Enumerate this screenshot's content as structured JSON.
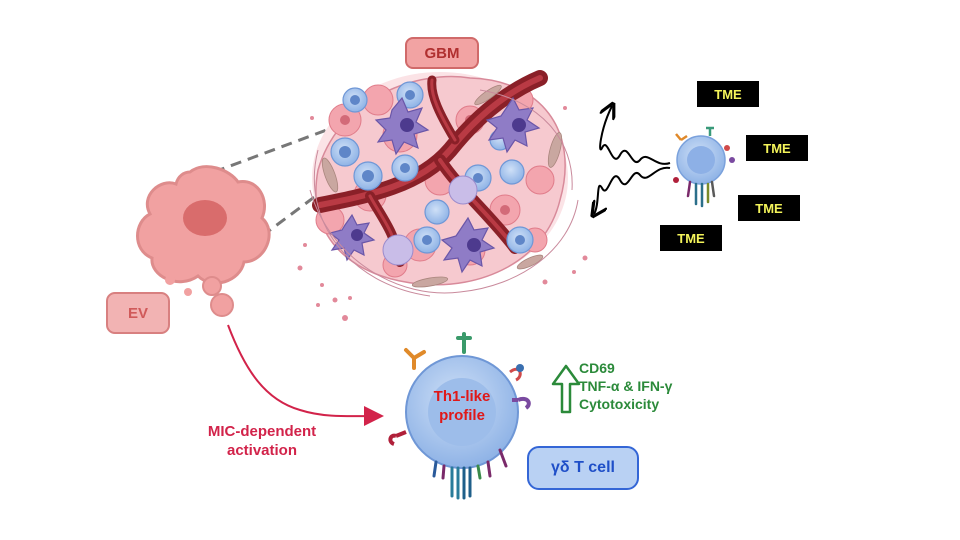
{
  "labels": {
    "gbm": "GBM",
    "ev": "EV",
    "tme": [
      "TME",
      "TME",
      "TME",
      "TME"
    ],
    "activation": [
      "MIC-dependent",
      "activation"
    ],
    "profile": [
      "Th1-like",
      "profile"
    ],
    "markers": [
      "CD69",
      "TNF-α & IFN-γ",
      "Cytotoxicity"
    ],
    "gd_t_cell": "γδ T cell"
  },
  "colors": {
    "tumor_pink": "#f2a3a3",
    "vessel_dark": "#7a1f24",
    "t_cell_blue": "#a9c6ee",
    "activation_red": "#d2234a",
    "marker_green": "#2b8a3a",
    "tme_yellow": "#f4f45a"
  },
  "icons": [
    "extracellular-vesicle-icon",
    "gbm-tissue-icon",
    "gd-t-cell-icon",
    "upregulation-arrow-icon",
    "wavy-arrow-icon"
  ]
}
